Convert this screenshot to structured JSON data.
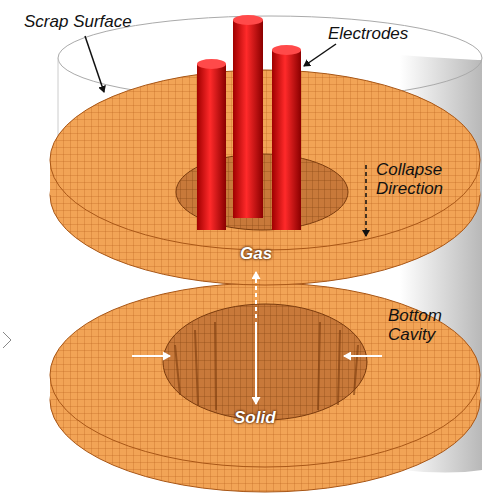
{
  "diagram": {
    "labels": [
      "Scrap Surface",
      "Electrodes",
      "Collapse Direction",
      "Gas",
      "Bottom Cavity",
      "Solid"
    ]
  }
}
